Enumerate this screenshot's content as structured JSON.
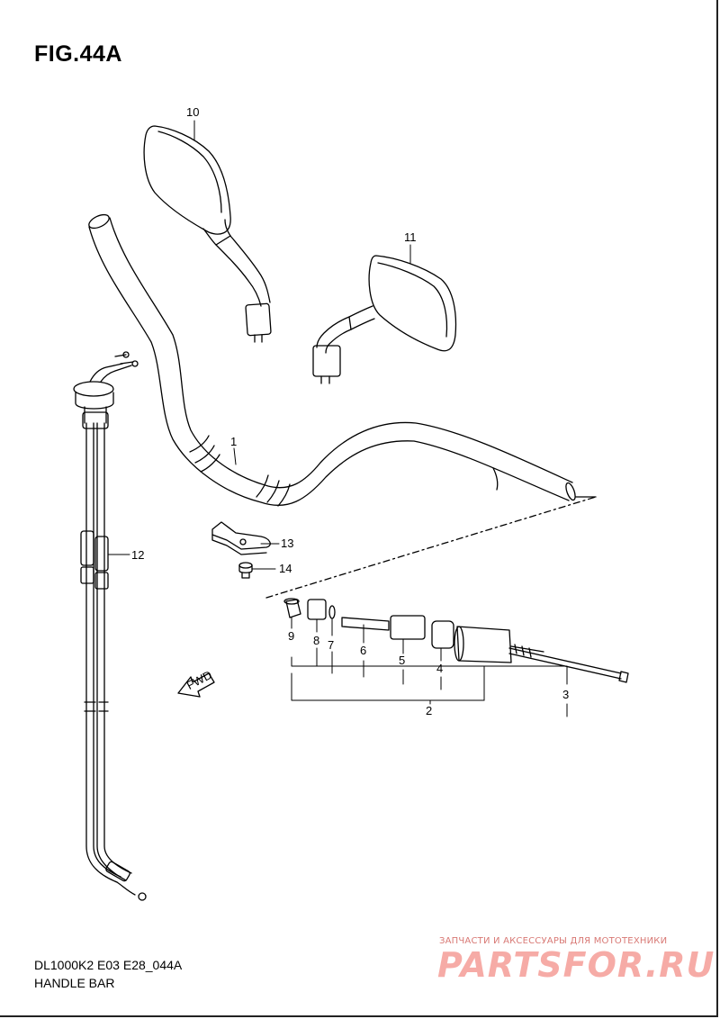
{
  "figure": {
    "title": "FIG.44A",
    "model_code": "DL1000K2 E03 E28_044A",
    "section_name": "HANDLE BAR"
  },
  "callouts": [
    "1",
    "2",
    "3",
    "4",
    "5",
    "6",
    "7",
    "8",
    "9",
    "10",
    "11",
    "12",
    "13",
    "14"
  ],
  "fwd_label": "FWD",
  "watermark": {
    "tagline": "ЗАПЧАСТИ И АКСЕССУАРЫ ДЛЯ МОТОТЕХНИКИ",
    "logo_text": "PARTSFOR.RU"
  }
}
